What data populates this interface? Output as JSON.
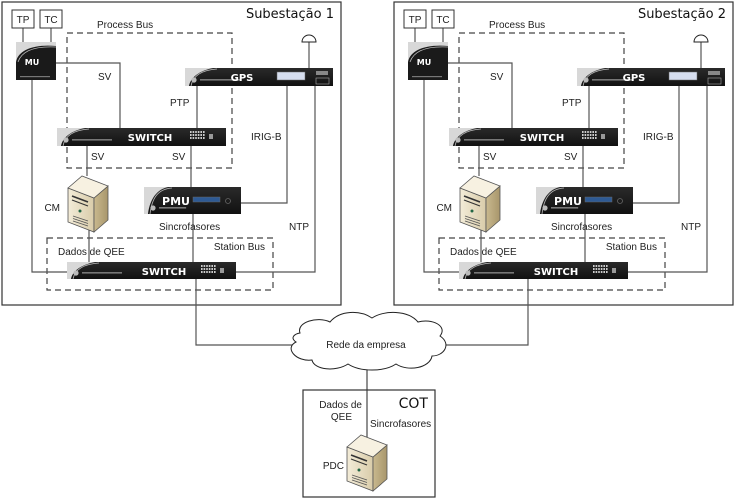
{
  "network": {
    "cloud_label": "Rede da empresa"
  },
  "substations": [
    {
      "title": "Subestação 1",
      "tp_label": "TP",
      "tc_label": "TC",
      "mu_label": "MU",
      "gps_label": "GPS",
      "process_switch_label": "SWITCH",
      "station_switch_label": "SWITCH",
      "pmu_label": "PMU",
      "cm_label": "CM",
      "process_bus_label": "Process Bus",
      "station_bus_label": "Station Bus",
      "links": {
        "mu_to_switch": "SV",
        "gps_to_switch": "PTP",
        "switch_to_cm": "SV",
        "switch_to_pmu": "SV",
        "gps_to_pmu": "IRIG-B",
        "gps_to_station": "NTP",
        "pmu_to_station": "Sincrofasores",
        "cm_to_station": "Dados de QEE"
      }
    },
    {
      "title": "Subestação 2",
      "tp_label": "TP",
      "tc_label": "TC",
      "mu_label": "MU",
      "gps_label": "GPS",
      "process_switch_label": "SWITCH",
      "station_switch_label": "SWITCH",
      "pmu_label": "PMU",
      "cm_label": "CM",
      "process_bus_label": "Process Bus",
      "station_bus_label": "Station Bus",
      "links": {
        "mu_to_switch": "SV",
        "gps_to_switch": "PTP",
        "switch_to_cm": "SV",
        "switch_to_pmu": "SV",
        "gps_to_pmu": "IRIG-B",
        "gps_to_station": "NTP",
        "pmu_to_station": "Sincrofasores",
        "cm_to_station": "Dados de QEE"
      }
    }
  ],
  "control_center": {
    "title": "COT",
    "pdc_label": "PDC",
    "qee_label_line1": "Dados de",
    "qee_label_line2": "QEE",
    "phasor_label": "Sincrofasores"
  }
}
